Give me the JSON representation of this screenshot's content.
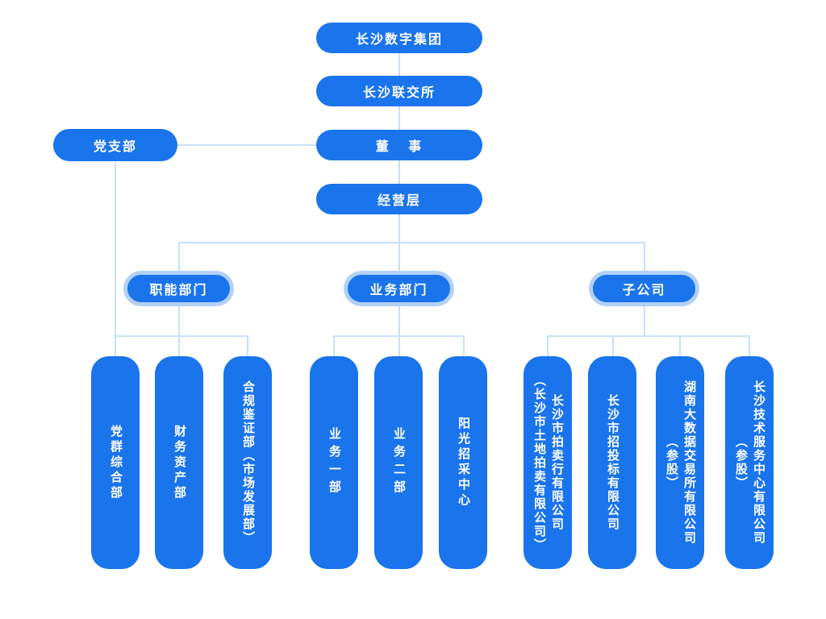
{
  "chart": {
    "type": "org-chart",
    "root": "长沙数字集团",
    "exchange": "长沙联交所",
    "board": "董 事",
    "party_branch": "党支部",
    "management": "经营层",
    "branches": [
      {
        "label": "职能部门",
        "children": [
          "党群综合部",
          "财务资产部",
          "合规鉴证部（市场发展部）"
        ]
      },
      {
        "label": "业务部门",
        "children": [
          "业务一部",
          "业务二部",
          "阳光招采中心"
        ]
      },
      {
        "label": "子公司",
        "children": [
          "长沙市拍卖行有限公司\n（长沙市土地拍卖有限公司）",
          "长沙市招投标有限公司",
          "湖南大数据交易所有限公司\n（参股）",
          "长沙技术服务中心有限公司\n（参股）"
        ]
      }
    ],
    "colors": {
      "node": "#1a74ec",
      "halo": "#b3d1f7",
      "line": "#c9dffb",
      "text": "#ffffff"
    }
  }
}
